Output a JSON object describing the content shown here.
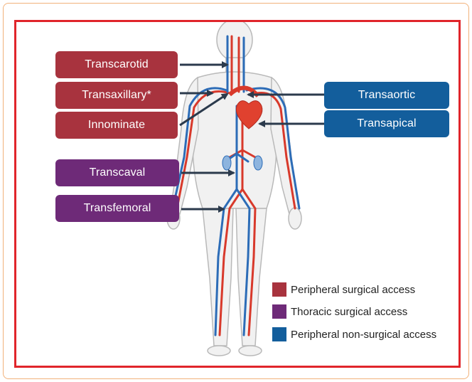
{
  "access_routes": {
    "transcarotid": "Transcarotid",
    "transaxillary": "Transaxillary*",
    "innominate": "Innominate",
    "transcaval": "Transcaval",
    "transfemoral": "Transfemoral",
    "transaortic": "Transaortic",
    "transapical": "Transapical"
  },
  "legend": {
    "peripheral_surgical": "Peripheral surgical access",
    "thoracic_surgical": "Thoracic surgical access",
    "peripheral_non_surgical": "Peripheral non-surgical access"
  },
  "colors": {
    "peripheral_surgical": "#a8333e",
    "thoracic_surgical": "#6e2a78",
    "peripheral_non_surgical": "#135e9c",
    "frame": "#e0252b",
    "artery": "#d8392b",
    "vein": "#2c6cb7",
    "arrow": "#2b3a4c"
  }
}
